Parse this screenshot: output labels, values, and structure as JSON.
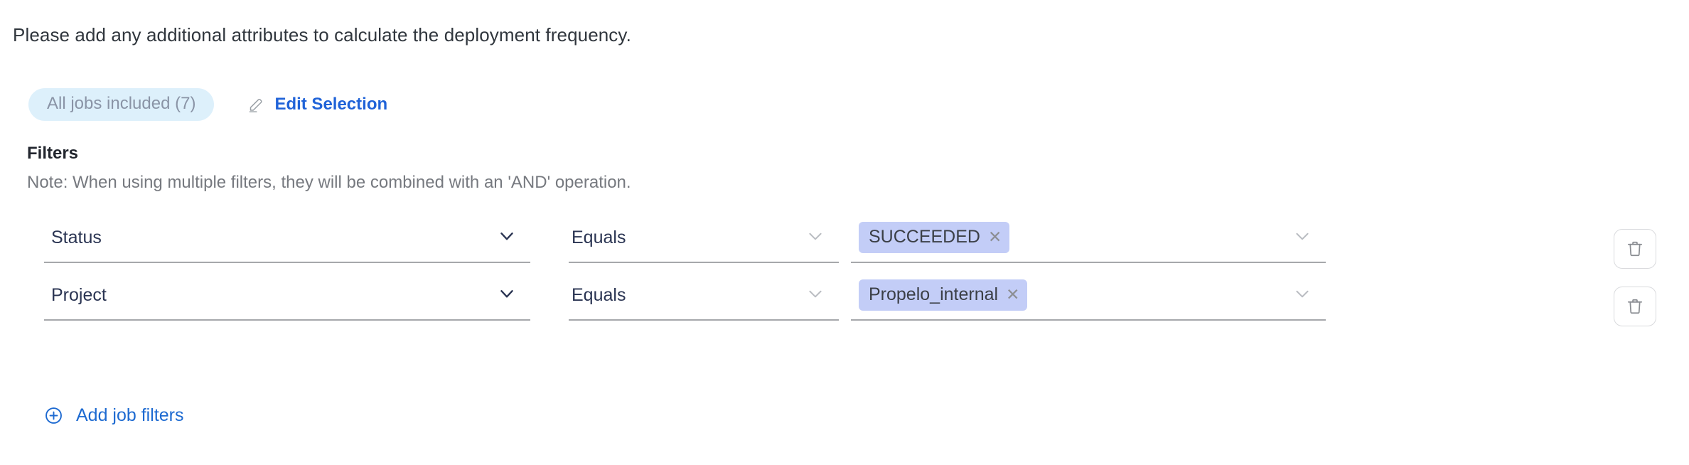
{
  "intro": {
    "text": "Please add any additional attributes to calculate the deployment frequency."
  },
  "selection": {
    "pill_label": "All jobs included (7)",
    "edit_label": "Edit Selection",
    "edit_icon": "pencil-icon",
    "pill_bg": "#ddf0fb",
    "pill_text_color": "#8a94a6",
    "link_color": "#2063d8"
  },
  "filters": {
    "title": "Filters",
    "note": "Note: When using multiple filters, they will be combined with an 'AND' operation.",
    "chip_bg": "#c3cdf7",
    "underline_color": "#a6a8ab",
    "rows": [
      {
        "attribute": "Status",
        "attribute_icon": "chevron-down-icon",
        "operator": "Equals",
        "operator_icon": "chevron-down-icon",
        "value_chip": "SUCCEEDED",
        "value_chip_remove_icon": "close-icon",
        "value_icon": "chevron-down-icon",
        "delete_icon": "trash-icon"
      },
      {
        "attribute": "Project",
        "attribute_icon": "chevron-down-icon",
        "operator": "Equals",
        "operator_icon": "chevron-down-icon",
        "value_chip": "Propelo_internal",
        "value_chip_remove_icon": "close-icon",
        "value_icon": "chevron-down-icon",
        "delete_icon": "trash-icon"
      }
    ],
    "add_label": "Add job filters",
    "add_icon": "plus-circle-icon",
    "add_color": "#1d6ad1"
  }
}
